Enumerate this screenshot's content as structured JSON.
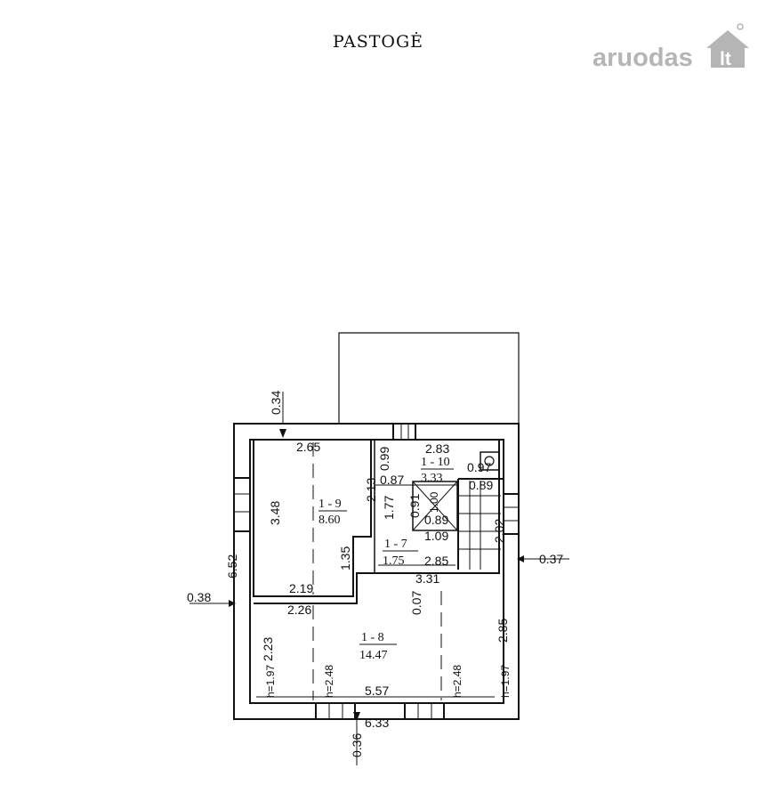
{
  "title": "PASTOGĖ",
  "watermark": {
    "text": "aruodas",
    "badge": "lt",
    "color": "#b5b5b5"
  },
  "rooms": [
    {
      "id": "1 - 9",
      "area": "8.60"
    },
    {
      "id": "1 - 10",
      "area": "3.33"
    },
    {
      "id": "1 - 7",
      "area": "1.75"
    },
    {
      "id": "1 - 8",
      "area": "14.47"
    }
  ],
  "dimensions": {
    "d034": "0.34",
    "d265": "2.65",
    "d348": "3.48",
    "d652": "6.52",
    "d135": "1.35",
    "d219": "2.19",
    "d038": "0.38",
    "d226": "2.26",
    "d223": "2.23",
    "d248a": "h=2.48",
    "d197a": "h=1.97",
    "d557": "5.57",
    "d633": "6.33",
    "d036": "0.36",
    "d248b": "h=2.48",
    "d197b": "h=1.97",
    "d285a": "2.85",
    "d007": "0.07",
    "d331": "3.31",
    "d285b": "2.85",
    "d037": "0.37",
    "d202": "2.02",
    "d089a": "0.89",
    "d097": "0.97",
    "d283": "2.83",
    "d099": "0.99",
    "d213": "2.13",
    "d087": "0.87",
    "d177": "1.77",
    "d091": "0.91",
    "d100": "1.00",
    "d089b": "0.89",
    "d109": "1.09"
  }
}
